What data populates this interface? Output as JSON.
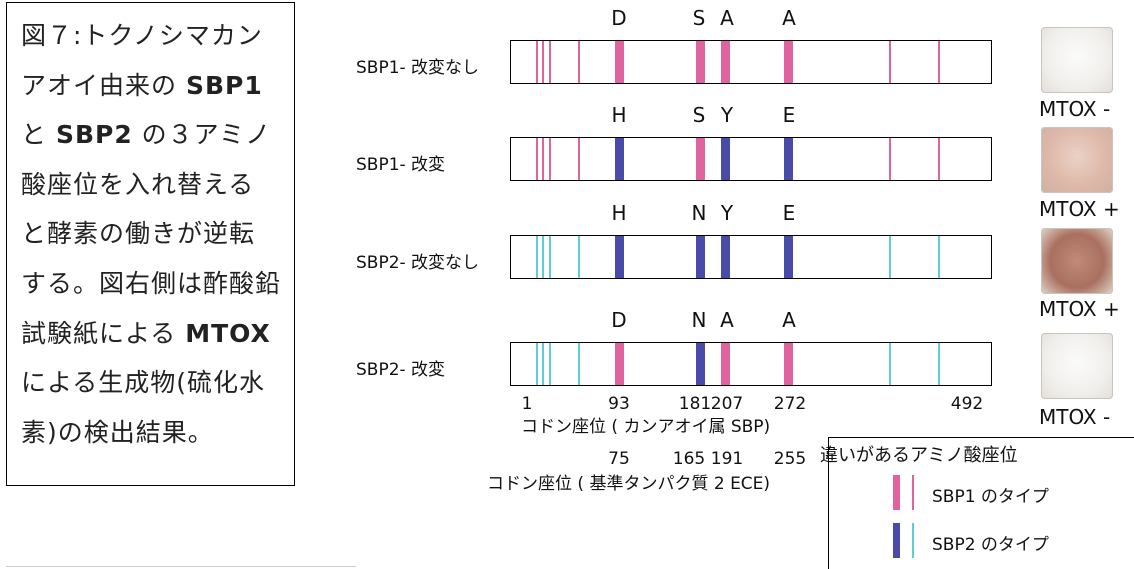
{
  "caption": {
    "lines": [
      [
        "図７:トクノシマカン",
        ""
      ],
      [
        "アオイ由来の ",
        "SBP1"
      ],
      [
        "と ",
        "SBP2",
        " の３アミノ"
      ],
      [
        "酸座位を入れ替える",
        ""
      ],
      [
        "と酵素の働きが逆転",
        ""
      ],
      [
        "する。図右側は酢酸鉛",
        ""
      ],
      [
        "試験紙による ",
        "MTOX"
      ],
      [
        "による生成物(硫化水",
        ""
      ],
      [
        "素)の検出結果。",
        ""
      ]
    ]
  },
  "colors": {
    "sbp1": "#e0629e",
    "sbp2": "#4a4aa8",
    "sbp2_thin": "#5ecdd6",
    "border": "#000000"
  },
  "rows": [
    {
      "label": "SBP1- 改変なし",
      "letters": [
        "D",
        "S",
        "A",
        "A"
      ],
      "key_colors": [
        "sbp1",
        "sbp1",
        "sbp1",
        "sbp1"
      ],
      "thin_color": "sbp1",
      "photo_shade": "white",
      "mtox": "MTOX -"
    },
    {
      "label": "SBP1- 改変",
      "letters": [
        "H",
        "S",
        "Y",
        "E"
      ],
      "key_colors": [
        "sbp2",
        "sbp1",
        "sbp2",
        "sbp2"
      ],
      "thin_color": "sbp1",
      "photo_shade": "light",
      "mtox": "MTOX +"
    },
    {
      "label": "SBP2- 改変なし",
      "letters": [
        "H",
        "N",
        "Y",
        "E"
      ],
      "key_colors": [
        "sbp2",
        "sbp2",
        "sbp2",
        "sbp2"
      ],
      "thin_color": "sbp2_thin",
      "photo_shade": "brown",
      "mtox": "MTOX +"
    },
    {
      "label": "SBP2- 改変",
      "letters": [
        "D",
        "N",
        "A",
        "A"
      ],
      "key_colors": [
        "sbp1",
        "sbp2",
        "sbp1",
        "sbp1"
      ],
      "thin_color": "sbp2_thin",
      "photo_shade": "white",
      "mtox": "MTOX -"
    }
  ],
  "axis_primary": {
    "positions": [
      "1",
      "93",
      "181",
      "207",
      "272",
      "492"
    ],
    "title": "コドン座位 ( カンアオイ属 SBP)"
  },
  "axis_secondary": {
    "positions": [
      "75",
      "165",
      "191",
      "255"
    ],
    "title": "コドン座位 ( 基準タンパク質 2 ECE)"
  },
  "legend": {
    "title": "違いがあるアミノ酸座位",
    "sbp1_label": "SBP1 のタイプ",
    "sbp2_label": "SBP2 のタイプ"
  }
}
